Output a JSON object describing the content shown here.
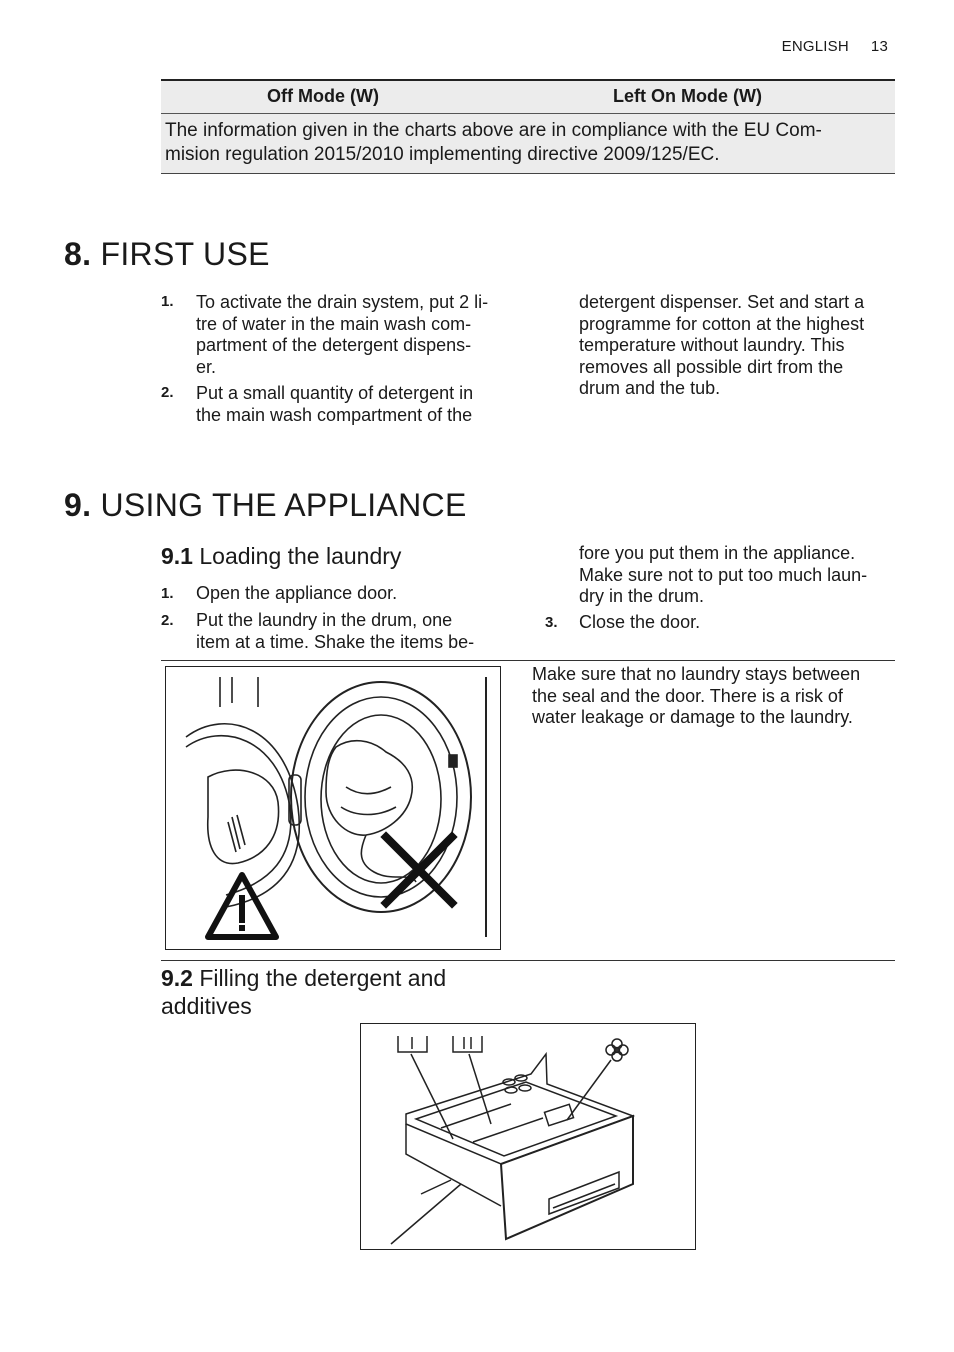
{
  "header": {
    "language": "ENGLISH",
    "page_number": "13"
  },
  "table": {
    "col1": "Off Mode (W)",
    "col2": "Left On Mode (W)",
    "note_line1": "The information given in the charts above are in compliance with the EU Com-",
    "note_line2": "mision regulation 2015/2010 implementing directive 2009/125/EC."
  },
  "section8": {
    "number": "8.",
    "title": "FIRST USE",
    "step1_num": "1.",
    "step1_lines": [
      "To activate the drain system, put 2 li-",
      "tre of water in the main wash com-",
      "partment of the detergent dispens-",
      "er."
    ],
    "step2_num": "2.",
    "step2_lines": [
      "Put a small quantity of detergent in",
      "the main wash compartment of the"
    ],
    "col2_lines": [
      "detergent dispenser. Set and start a",
      "programme for cotton at the highest",
      "temperature without laundry. This",
      "removes all possible dirt from the",
      "drum and the tub."
    ]
  },
  "section9": {
    "number": "9.",
    "title": "USING THE APPLIANCE",
    "sub1_number": "9.1",
    "sub1_title": "Loading the laundry",
    "step1_num": "1.",
    "step1_text": "Open the appliance door.",
    "step2_num": "2.",
    "step2_lines": [
      "Put the laundry in the drum, one",
      "item at a time. Shake the items be-"
    ],
    "col2_lines": [
      "fore you put them in the appliance.",
      "Make sure not to put too much laun-",
      "dry in the drum."
    ],
    "step3_num": "3.",
    "step3_text": "Close the door.",
    "warning_lines": [
      "Make sure that no laundry stays between",
      "the seal and the door. There is a risk of",
      "water leakage or damage to the laundry."
    ],
    "sub2_number": "9.2",
    "sub2_title_line1": "Filling the detergent and",
    "sub2_title_line2": "additives"
  }
}
